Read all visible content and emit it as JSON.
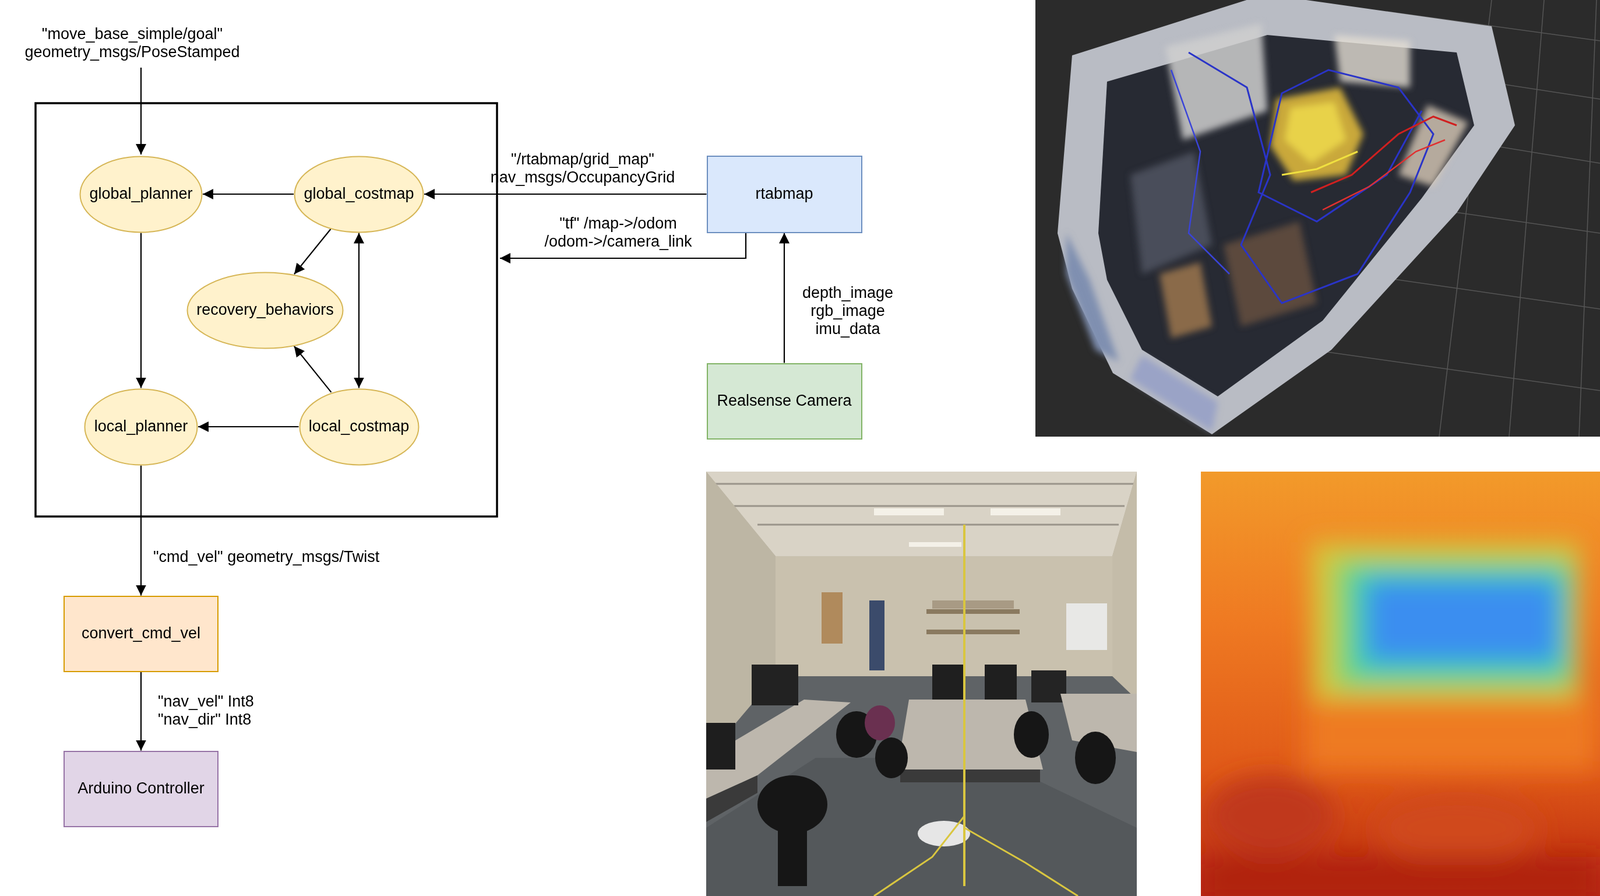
{
  "diagram": {
    "nodes": [
      {
        "text": [
          "global_planner"
        ]
      },
      {
        "text": [
          "global_costmap"
        ]
      },
      {
        "text": [
          "rtabmap"
        ]
      },
      {
        "text": [
          "recovery_behaviors"
        ]
      },
      {
        "text": [
          "local_planner"
        ]
      },
      {
        "text": [
          "local_costmap"
        ]
      },
      {
        "text": [
          "Realsense Camera"
        ]
      },
      {
        "text": [
          "convert_cmd_vel"
        ]
      },
      {
        "text": [
          "Arduino Controller"
        ]
      }
    ],
    "edges": [
      {
        "from": 1,
        "to": 0,
        "arrow": "to"
      },
      {
        "from": 2,
        "to": 1,
        "label": "\"/rtabmap/grid_map\" nav_msgs/OccupancyGrid",
        "arrow": "to"
      },
      {
        "from": 1,
        "to": 3,
        "arrow": "to"
      },
      {
        "from": 5,
        "to": 3,
        "arrow": "to"
      },
      {
        "from": 1,
        "to": 5,
        "arrow": "both"
      },
      {
        "from": 5,
        "to": 4,
        "arrow": "to"
      },
      {
        "from": 0,
        "to": 4,
        "arrow": "to"
      },
      {
        "from": 6,
        "to": 2,
        "label": "depth_image rgb_image imu_data",
        "arrow": "to"
      },
      {
        "from": 4,
        "to": 7,
        "label": "\"cmd_vel\" geometry_msgs/Twist",
        "arrow": "to"
      },
      {
        "from": 7,
        "to": 8,
        "label": "\"nav_vel\" Int8 \"nav_dir\" Int8",
        "arrow": "to"
      }
    ],
    "labels": [
      "\"move_base_simple/goal\" geometry_msgs/PoseStamped",
      "\"tf\" /map->/odom /odom->/camera_link"
    ]
  }
}
